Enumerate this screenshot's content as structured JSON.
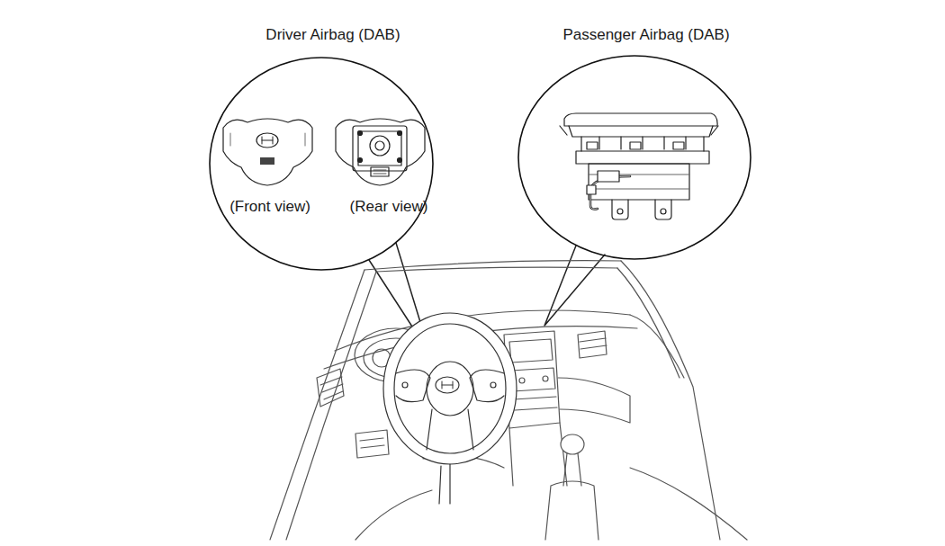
{
  "diagram": {
    "nodes": [
      {
        "text": [
          "Driver Airbag (DAB)",
          "(Front view)",
          "(Rear view)"
        ]
      },
      {
        "text": [
          "Passenger Airbag (DAB)"
        ]
      }
    ]
  }
}
